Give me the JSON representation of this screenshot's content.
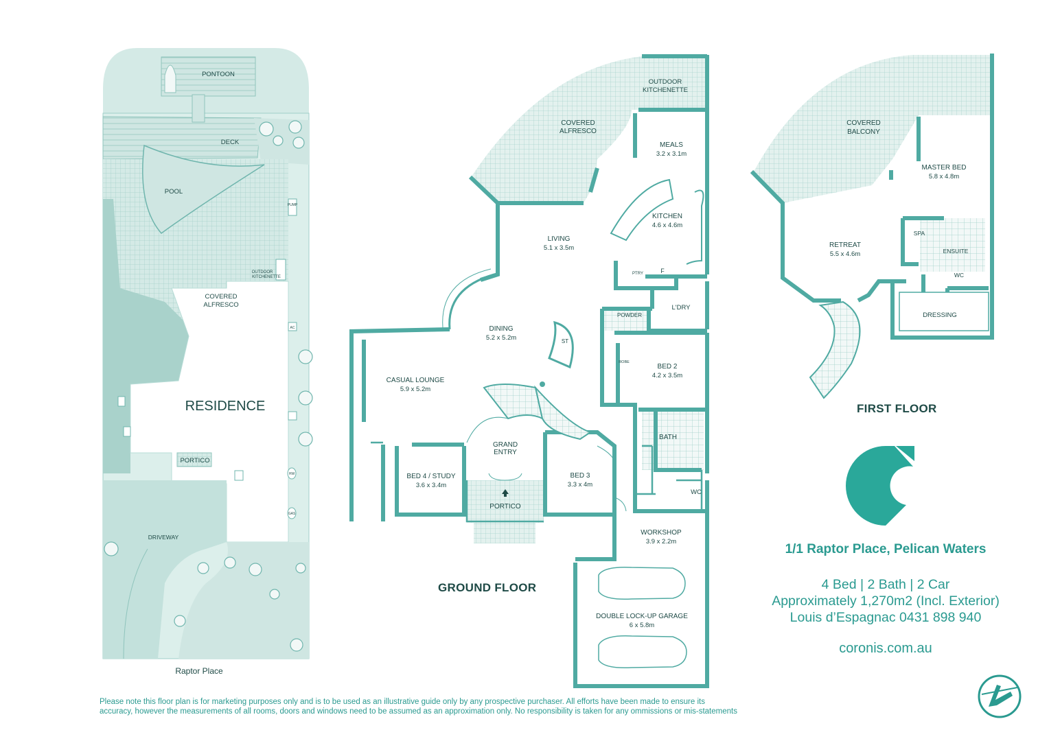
{
  "site": {
    "labels": {
      "pontoon": "PONTOON",
      "deck": "DECK",
      "pool": "POOL",
      "pump": "PUMP",
      "outdoor_kitchenette_1": "OUTDOOR",
      "outdoor_kitchenette_2": "KITCHENETTE",
      "covered_alfresco_1": "COVERED",
      "covered_alfresco_2": "ALFRESCO",
      "residence": "RESIDENCE",
      "portico": "PORTICO",
      "driveway": "DRIVEWAY",
      "street": "Raptor Place",
      "ac": "AC",
      "hw": "HW",
      "gas": "GAS"
    }
  },
  "ground_floor": {
    "title": "GROUND FLOOR",
    "rooms": {
      "outdoor_kitchenette_1": "OUTDOOR",
      "outdoor_kitchenette_2": "KITCHENETTE",
      "covered_alfresco_1": "COVERED",
      "covered_alfresco_2": "ALFRESCO",
      "meals": "MEALS",
      "meals_size": "3.2 x 3.1m",
      "kitchen": "KITCHEN",
      "kitchen_size": "4.6 x 4.6m",
      "living": "LIVING",
      "living_size": "5.1 x 3.5m",
      "ptry": "PTRY",
      "f": "F",
      "ldry": "L'DRY",
      "powder": "POWDER",
      "dining": "DINING",
      "dining_size": "5.2 x 5.2m",
      "st": "ST",
      "casual_lounge": "CASUAL LOUNGE",
      "casual_lounge_size": "5.9 x 5.2m",
      "bed2": "BED 2",
      "bed2_size": "4.2 x 3.5m",
      "robe": "ROBE",
      "bath": "BATH",
      "grand_entry_1": "GRAND",
      "grand_entry_2": "ENTRY",
      "bed4": "BED 4 / STUDY",
      "bed4_size": "3.6 x 3.4m",
      "bed3": "BED 3",
      "bed3_size": "3.3 x 4m",
      "portico": "PORTICO",
      "wc": "WC",
      "workshop": "WORKSHOP",
      "workshop_size": "3.9 x 2.2m",
      "garage": "DOUBLE LOCK-UP GARAGE",
      "garage_size": "6 x 5.8m"
    }
  },
  "first_floor": {
    "title": "FIRST FLOOR",
    "rooms": {
      "covered_balcony_1": "COVERED",
      "covered_balcony_2": "BALCONY",
      "master_bed": "MASTER BED",
      "master_bed_size": "5.8 x 4.8m",
      "retreat": "RETREAT",
      "retreat_size": "5.5 x 4.6m",
      "spa": "SPA",
      "ensuite": "ENSUITE",
      "wc": "WC",
      "dressing": "DRESSING"
    }
  },
  "listing": {
    "address": "1/1 Raptor Place, Pelican Waters",
    "line1": "4 Bed | 2 Bath | 2 Car",
    "line2": "Approximately 1,270m2 (Incl. Exterior)",
    "line3": "Louis d’Espagnac 0431 898 940",
    "website": "coronis.com.au"
  },
  "disclaimer": "Please note this floor plan is for marketing purposes only and is to be used as an illustrative guide only by any prospective purchaser. All efforts have been made to ensure its accuracy, however the measurements of all rooms, doors and windows need to be assumed as an approximation only. No responsibility is taken for any ommissions or mis-statements",
  "colors": {
    "wall": "#4faaa2",
    "site_fill": "#d4eae6",
    "site_dark": "#a9d2cb",
    "hatch": "#a8d4ce",
    "text": "#1e4a46",
    "accent": "#2a9a90"
  },
  "icons": [
    "coronis-logo-icon",
    "agency-badge-icon",
    "entry-arrow-icon"
  ]
}
